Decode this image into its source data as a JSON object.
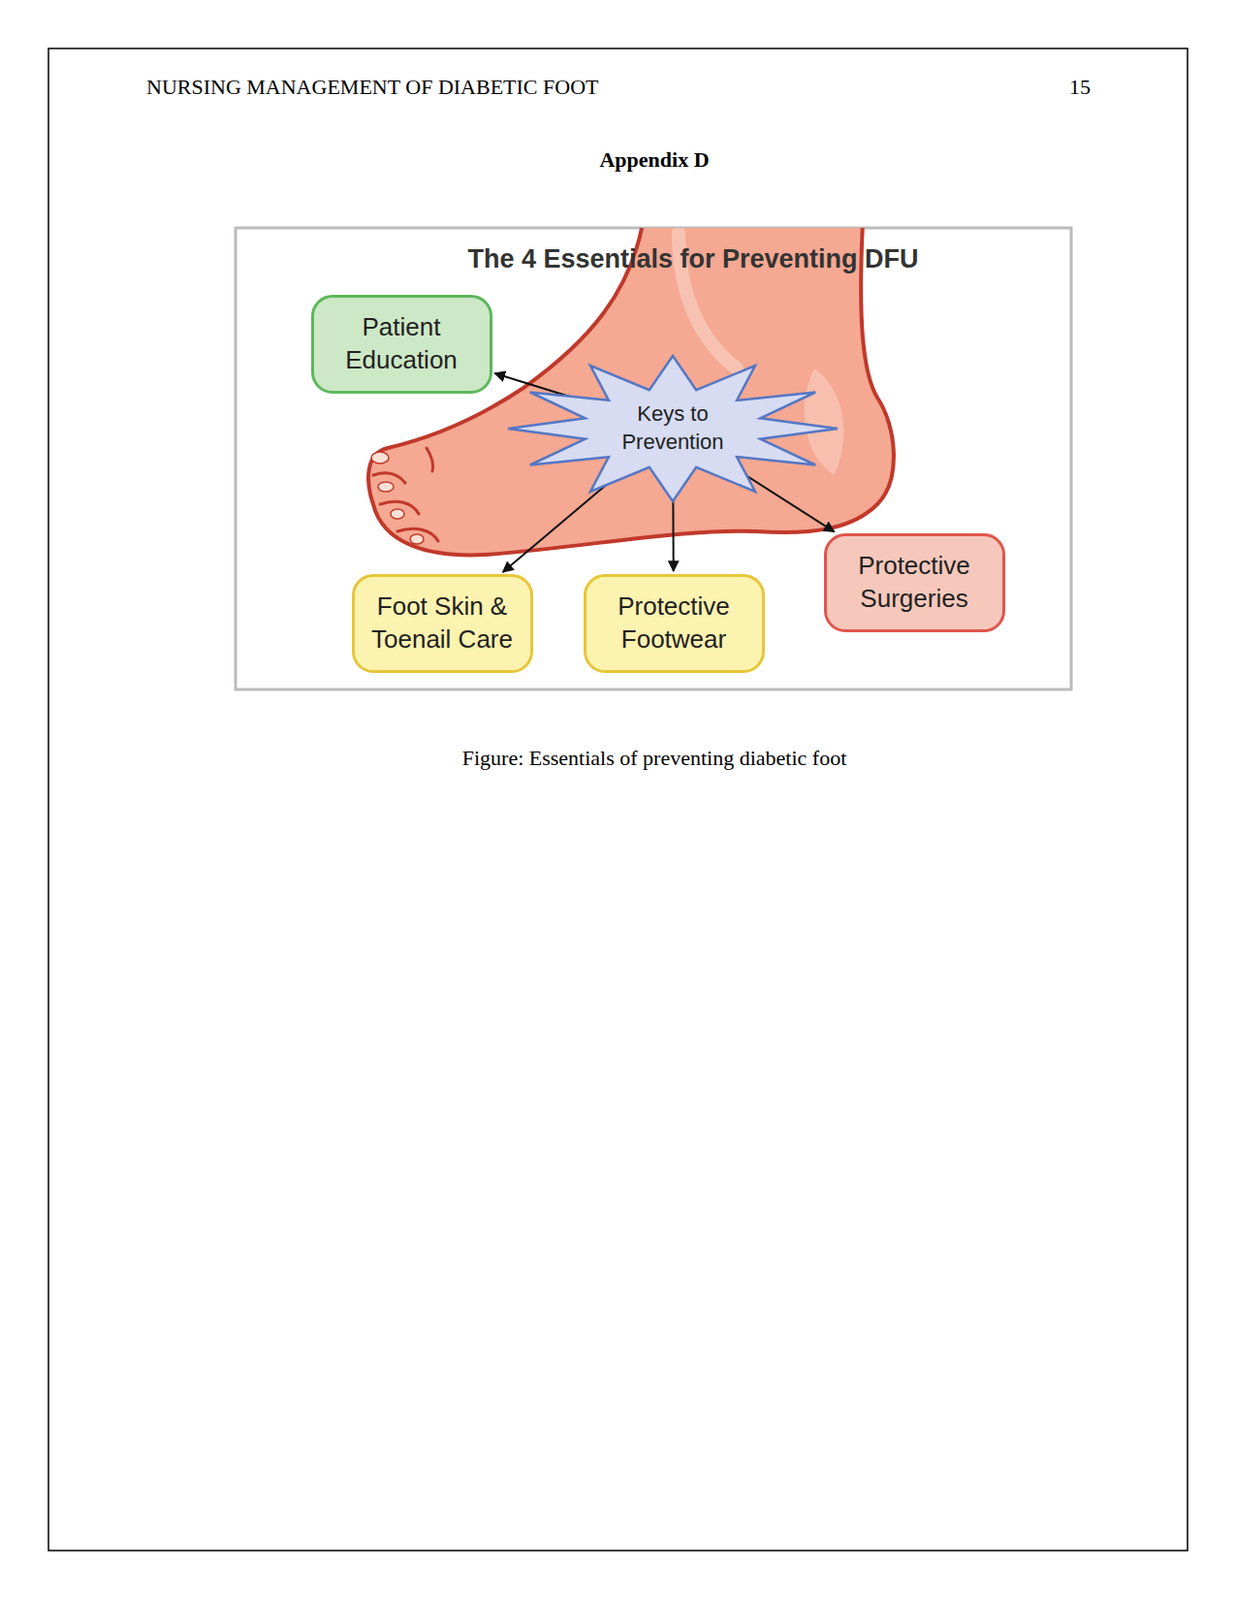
{
  "diagram": {
    "title": "The 4 Essentials for Preventing DFU",
    "caption": "Figure: Essentials of preventing diabetic foot",
    "nodes": [
      {
        "text": [
          "Patient Education"
        ]
      },
      {
        "text": [
          "Keys to Prevention"
        ]
      },
      {
        "text": [
          "Foot Skin & Toenail Care"
        ]
      },
      {
        "text": [
          "Protective Footwear"
        ]
      },
      {
        "text": [
          "Protective Surgeries"
        ]
      }
    ],
    "edges": [
      {
        "from": 1,
        "to": 0,
        "arrow": "to"
      },
      {
        "from": 1,
        "to": 2,
        "arrow": "to"
      },
      {
        "from": 1,
        "to": 3,
        "arrow": "to"
      },
      {
        "from": 1,
        "to": 4,
        "arrow": "to"
      }
    ],
    "labels": [
      "NURSING MANAGEMENT OF DIABETIC FOOT",
      "15",
      "Appendix D"
    ]
  }
}
